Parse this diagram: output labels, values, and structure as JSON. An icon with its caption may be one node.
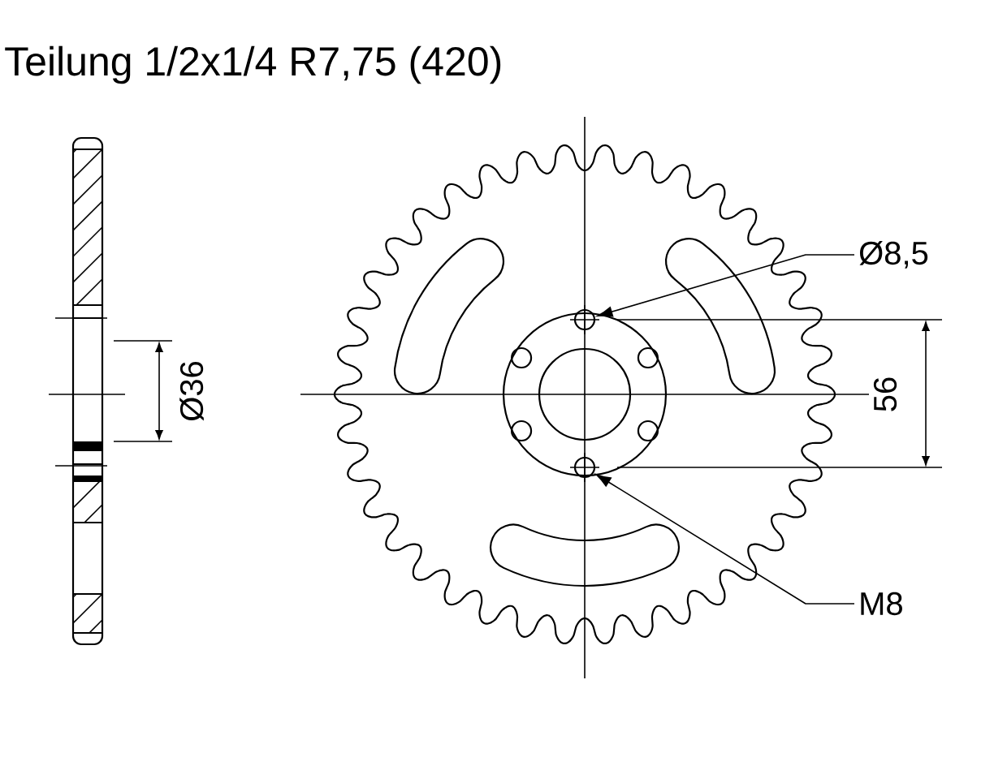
{
  "diagram": {
    "title": "Teilung 1/2x1/4 R7,75 (420)",
    "nodes": [
      {
        "text": [
          "Ø8,5"
        ]
      },
      {
        "text": [],
        "shape": "circle"
      },
      {
        "text": [
          "M8"
        ]
      },
      {
        "text": [],
        "shape": "circle"
      }
    ],
    "edges": [
      {
        "from": 0,
        "to": 1,
        "arrow": "to"
      },
      {
        "from": 2,
        "to": 3,
        "arrow": "to"
      }
    ],
    "labels": [
      "Ø36",
      "56"
    ]
  }
}
